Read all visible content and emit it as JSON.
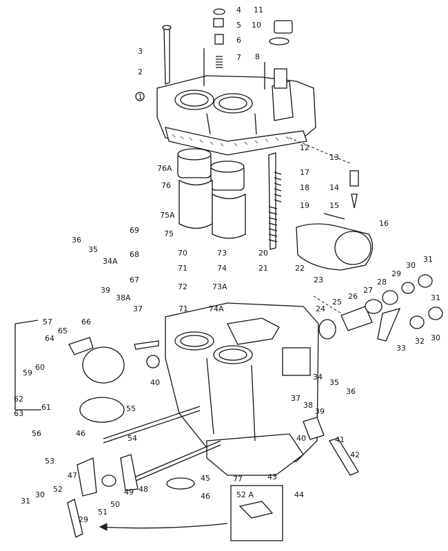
{
  "diagram": {
    "labels": [
      {
        "id": "4",
        "text": "4"
      },
      {
        "id": "5",
        "text": "5"
      },
      {
        "id": "6",
        "text": "6"
      },
      {
        "id": "7",
        "text": "7"
      },
      {
        "id": "8",
        "text": "8"
      },
      {
        "id": "10",
        "text": "10"
      },
      {
        "id": "11",
        "text": "11"
      },
      {
        "id": "3",
        "text": "3"
      },
      {
        "id": "2",
        "text": "2"
      },
      {
        "id": "1",
        "text": "1"
      },
      {
        "id": "12",
        "text": "12"
      },
      {
        "id": "13",
        "text": "13"
      },
      {
        "id": "17",
        "text": "17"
      },
      {
        "id": "18",
        "text": "18"
      },
      {
        "id": "14",
        "text": "14"
      },
      {
        "id": "19",
        "text": "19"
      },
      {
        "id": "15",
        "text": "15"
      },
      {
        "id": "16",
        "text": "16"
      },
      {
        "id": "76A",
        "text": "76A"
      },
      {
        "id": "76",
        "text": "76"
      },
      {
        "id": "75A",
        "text": "75A"
      },
      {
        "id": "75",
        "text": "75"
      },
      {
        "id": "69",
        "text": "69"
      },
      {
        "id": "68",
        "text": "68"
      },
      {
        "id": "36a",
        "text": "36"
      },
      {
        "id": "35a",
        "text": "35"
      },
      {
        "id": "34Aa",
        "text": "34A"
      },
      {
        "id": "70",
        "text": "70"
      },
      {
        "id": "73",
        "text": "73"
      },
      {
        "id": "20",
        "text": "20"
      },
      {
        "id": "71a",
        "text": "71"
      },
      {
        "id": "74",
        "text": "74"
      },
      {
        "id": "21",
        "text": "21"
      },
      {
        "id": "22",
        "text": "22"
      },
      {
        "id": "67",
        "text": "67"
      },
      {
        "id": "72",
        "text": "72"
      },
      {
        "id": "73A",
        "text": "73A"
      },
      {
        "id": "23",
        "text": "23"
      },
      {
        "id": "39a",
        "text": "39"
      },
      {
        "id": "38A",
        "text": "38A"
      },
      {
        "id": "37a",
        "text": "37"
      },
      {
        "id": "71b",
        "text": "71"
      },
      {
        "id": "74A",
        "text": "74A"
      },
      {
        "id": "24",
        "text": "24"
      },
      {
        "id": "25",
        "text": "25"
      },
      {
        "id": "26",
        "text": "26"
      },
      {
        "id": "27",
        "text": "27"
      },
      {
        "id": "28",
        "text": "28"
      },
      {
        "id": "29a",
        "text": "29"
      },
      {
        "id": "30a",
        "text": "30"
      },
      {
        "id": "31a",
        "text": "31"
      },
      {
        "id": "31b",
        "text": "31"
      },
      {
        "id": "32",
        "text": "32"
      },
      {
        "id": "30b",
        "text": "30"
      },
      {
        "id": "33",
        "text": "33"
      },
      {
        "id": "57",
        "text": "57"
      },
      {
        "id": "66",
        "text": "66"
      },
      {
        "id": "65",
        "text": "65"
      },
      {
        "id": "64",
        "text": "64"
      },
      {
        "id": "59",
        "text": "59"
      },
      {
        "id": "60",
        "text": "60"
      },
      {
        "id": "62",
        "text": "62"
      },
      {
        "id": "61",
        "text": "61"
      },
      {
        "id": "63",
        "text": "63"
      },
      {
        "id": "40a",
        "text": "40"
      },
      {
        "id": "55",
        "text": "55"
      },
      {
        "id": "56",
        "text": "56"
      },
      {
        "id": "46a",
        "text": "46"
      },
      {
        "id": "54",
        "text": "54"
      },
      {
        "id": "53",
        "text": "53"
      },
      {
        "id": "34b",
        "text": "34"
      },
      {
        "id": "35b",
        "text": "35"
      },
      {
        "id": "36b",
        "text": "36"
      },
      {
        "id": "37b",
        "text": "37"
      },
      {
        "id": "38",
        "text": "38"
      },
      {
        "id": "39b",
        "text": "39"
      },
      {
        "id": "40b",
        "text": "40"
      },
      {
        "id": "41",
        "text": "41"
      },
      {
        "id": "42",
        "text": "42"
      },
      {
        "id": "43",
        "text": "43"
      },
      {
        "id": "44",
        "text": "44"
      },
      {
        "id": "77",
        "text": "77"
      },
      {
        "id": "45",
        "text": "45"
      },
      {
        "id": "46b",
        "text": "46"
      },
      {
        "id": "49",
        "text": "49"
      },
      {
        "id": "48",
        "text": "48"
      },
      {
        "id": "51",
        "text": "51"
      },
      {
        "id": "50",
        "text": "50"
      },
      {
        "id": "47",
        "text": "47"
      },
      {
        "id": "52",
        "text": "52"
      },
      {
        "id": "52A",
        "text": "52 A"
      },
      {
        "id": "31c",
        "text": "31"
      },
      {
        "id": "30c",
        "text": "30"
      },
      {
        "id": "29b",
        "text": "29"
      }
    ]
  }
}
